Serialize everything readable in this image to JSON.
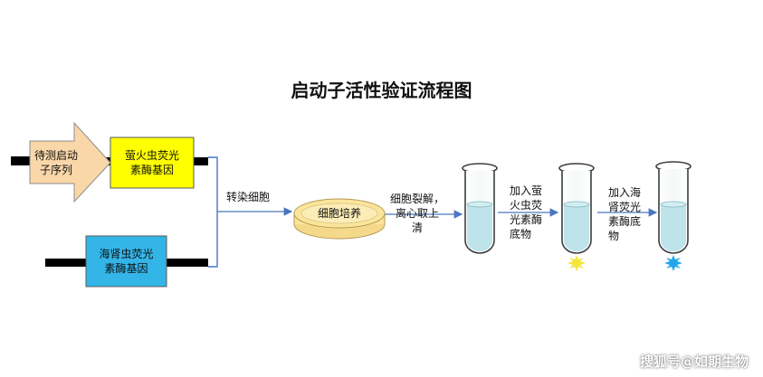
{
  "title": "启动子活性验证流程图",
  "nodes": {
    "promoter": "待测启动\n子序列",
    "firefly_gene": "萤火虫荧光\n素酶基因",
    "renilla_gene": "海肾虫荧光\n素酶基因",
    "culture": "细胞培养"
  },
  "steps": {
    "transfect": "转染细胞",
    "lysis": "细胞裂解，\n离心取上\n清",
    "add_firefly": "加入萤\n火虫荧\n光素酶\n底物",
    "add_renilla": "加入海\n肾荧光\n素酶底\n物"
  },
  "watermark": "搜狐号@如期生物",
  "colors": {
    "promoter_fill": "#fad7a8",
    "firefly_fill": "#ffff00",
    "renilla_fill": "#33b5e8",
    "dish_fill": "#fbe59a",
    "tube_liquid": "#bfe3ea",
    "arrow": "#4a77c0",
    "firefly_glow": "#f3e63b",
    "renilla_glow": "#22a6e6"
  }
}
